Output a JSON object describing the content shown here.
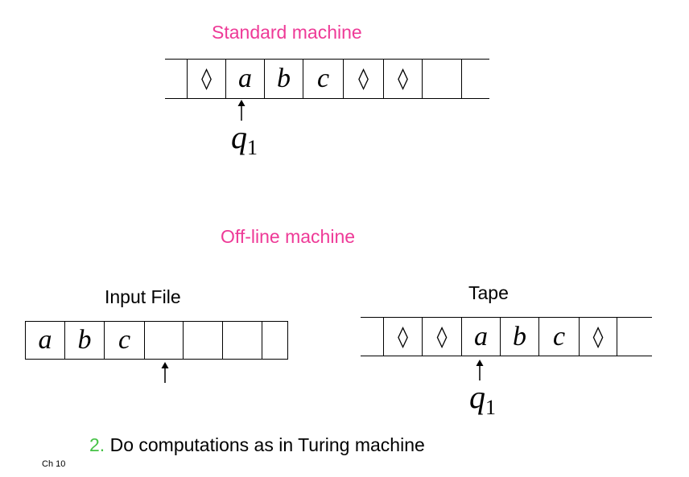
{
  "standard": {
    "title": "Standard machine",
    "cells": [
      "",
      "◊",
      "a",
      "b",
      "c",
      "◊",
      "◊",
      "",
      ""
    ],
    "state": "q",
    "state_sub": "1"
  },
  "offline": {
    "title": "Off-line machine",
    "input_file": {
      "label": "Input File",
      "cells": [
        "a",
        "b",
        "c",
        "",
        "",
        "",
        ""
      ]
    },
    "tape": {
      "label": "Tape",
      "cells": [
        "",
        "◊",
        "◊",
        "a",
        "b",
        "c",
        "◊",
        ""
      ],
      "state": "q",
      "state_sub": "1"
    }
  },
  "step": {
    "number": "2.",
    "text": "Do computations as in Turing machine"
  },
  "footer": "Ch 10",
  "colors": {
    "heading": "#ee3a97",
    "step_number": "#46c246"
  }
}
